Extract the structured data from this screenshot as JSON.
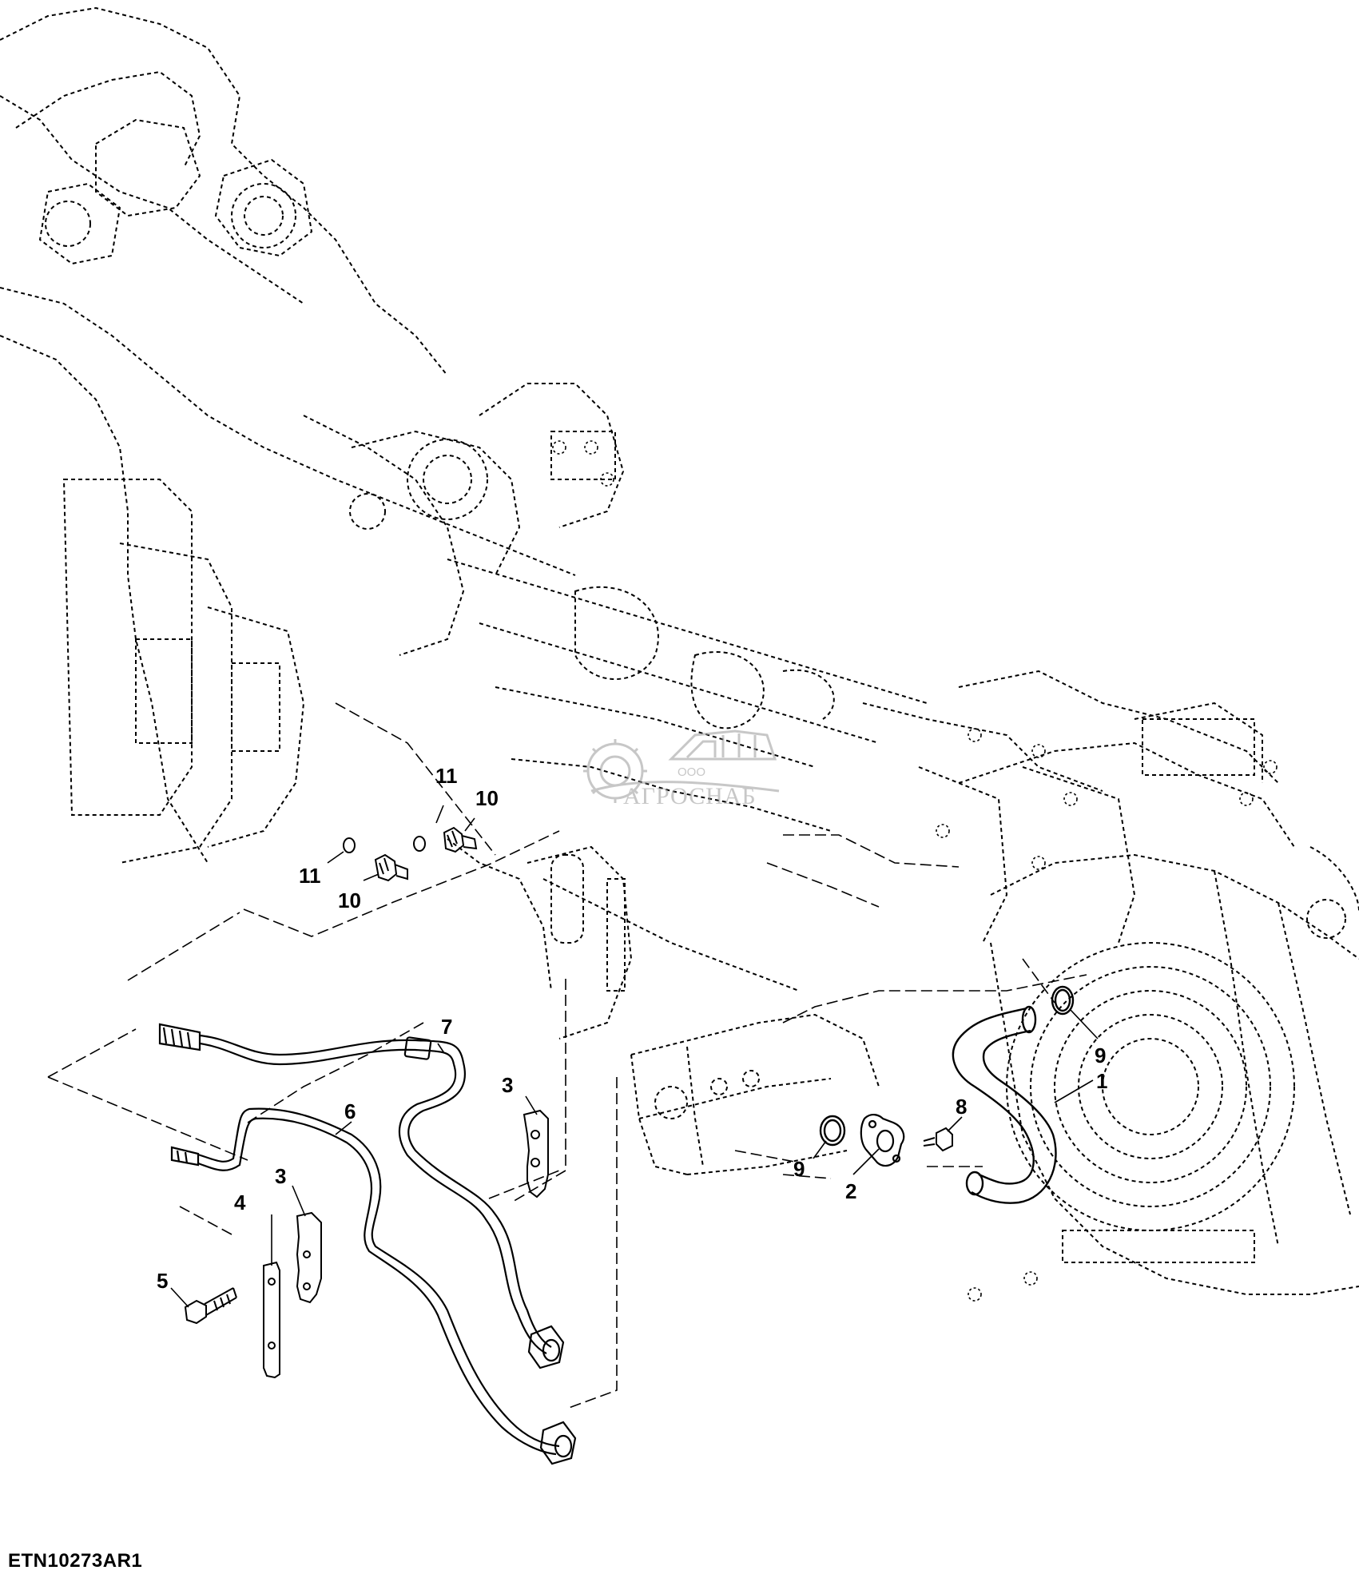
{
  "figure": {
    "reference_code": "ETN10273AR1"
  },
  "watermark": {
    "brand_small": "ООО",
    "brand_text": "АГРОСНАБ"
  },
  "callouts": {
    "c1": "1",
    "c2": "2",
    "c3a": "3",
    "c3b": "3",
    "c4": "4",
    "c5": "5",
    "c6": "6",
    "c7": "7",
    "c8": "8",
    "c9a": "9",
    "c9b": "9",
    "c10a": "10",
    "c10b": "10",
    "c11a": "11",
    "c11b": "11"
  },
  "colors": {
    "line": "#000000",
    "background": "#ffffff",
    "watermark": "#9a9a9a"
  }
}
